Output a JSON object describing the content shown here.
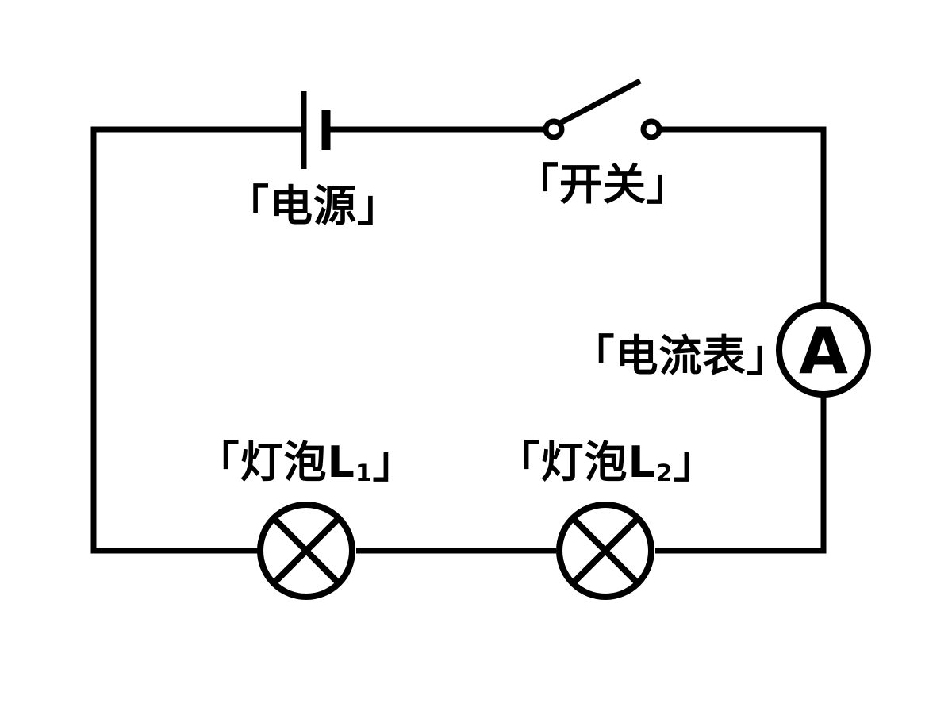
{
  "diagram": {
    "kind": "series-circuit",
    "background_color": "#ffffff",
    "line_color": "#000000",
    "components": {
      "battery": {
        "icon": "battery-cell-icon",
        "label": "「电源」"
      },
      "switch": {
        "icon": "open-switch-icon",
        "state": "open",
        "label": "「开关」"
      },
      "ammeter": {
        "icon": "ammeter-circle-icon",
        "dial_letter": "A",
        "label": "「电流表」"
      },
      "bulb1": {
        "icon": "lamp-crossed-circle-icon",
        "label_prefix": "「灯泡L",
        "label_sub": "1",
        "label_suffix": "」"
      },
      "bulb2": {
        "icon": "lamp-crossed-circle-icon",
        "label_prefix": "「灯泡L",
        "label_sub": "2",
        "label_suffix": "」"
      }
    }
  }
}
